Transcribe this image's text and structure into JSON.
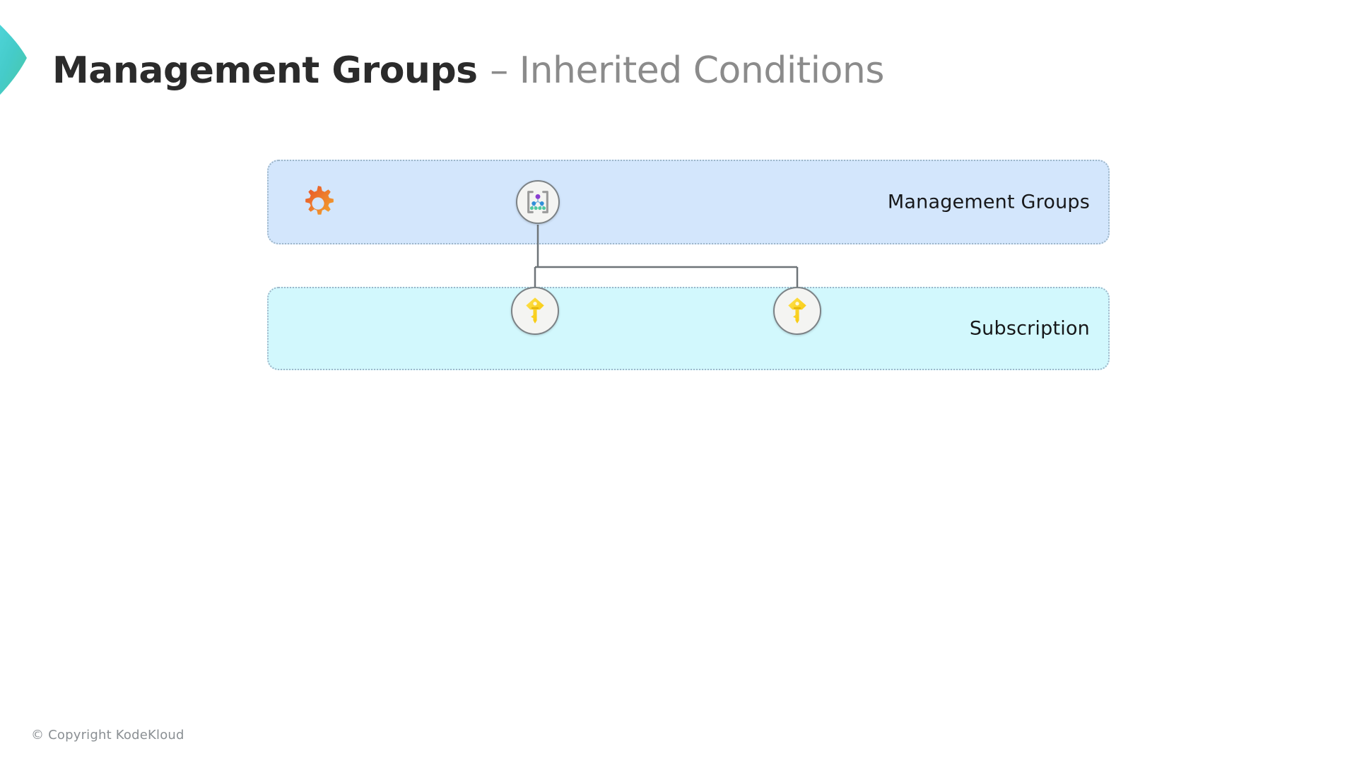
{
  "slide": {
    "title": {
      "main": "Management Groups ",
      "separator_sub": "– Inherited Conditions"
    },
    "footer": "© Copyright KodeKloud",
    "background": "#ffffff"
  },
  "brand": {
    "corner_mark_icon": "chevron-mark",
    "gradient_start": "#4fd6e0",
    "gradient_end": "#49c9a7"
  },
  "diagram": {
    "type": "hierarchy",
    "tiers": [
      {
        "id": "management-groups",
        "label": "Management Groups",
        "fill": "#d3e6fc",
        "border": "#9eb6c9",
        "decoration_icon": "gear-icon",
        "decoration_color_start": "#e8572a",
        "decoration_color_end": "#f0a22e",
        "node": {
          "icon": "management-group-icon",
          "root_node_color": "#8a3fd1",
          "mid_node_color": "#2f8fd8",
          "leaf_node_color": "#4fc9a0",
          "bracket_color": "#9a9a9a"
        }
      },
      {
        "id": "subscription",
        "label": "Subscription",
        "fill": "#d2f8fd",
        "border": "#9eb6c9",
        "nodes": [
          {
            "icon": "key-icon",
            "color": "#ffd500"
          },
          {
            "icon": "key-icon",
            "color": "#ffd500"
          }
        ]
      }
    ],
    "connector_color": "#6e7478",
    "edges": [
      {
        "from": "management-groups-node",
        "to": "subscription-node-1"
      },
      {
        "from": "management-groups-node",
        "to": "subscription-node-2"
      }
    ]
  }
}
